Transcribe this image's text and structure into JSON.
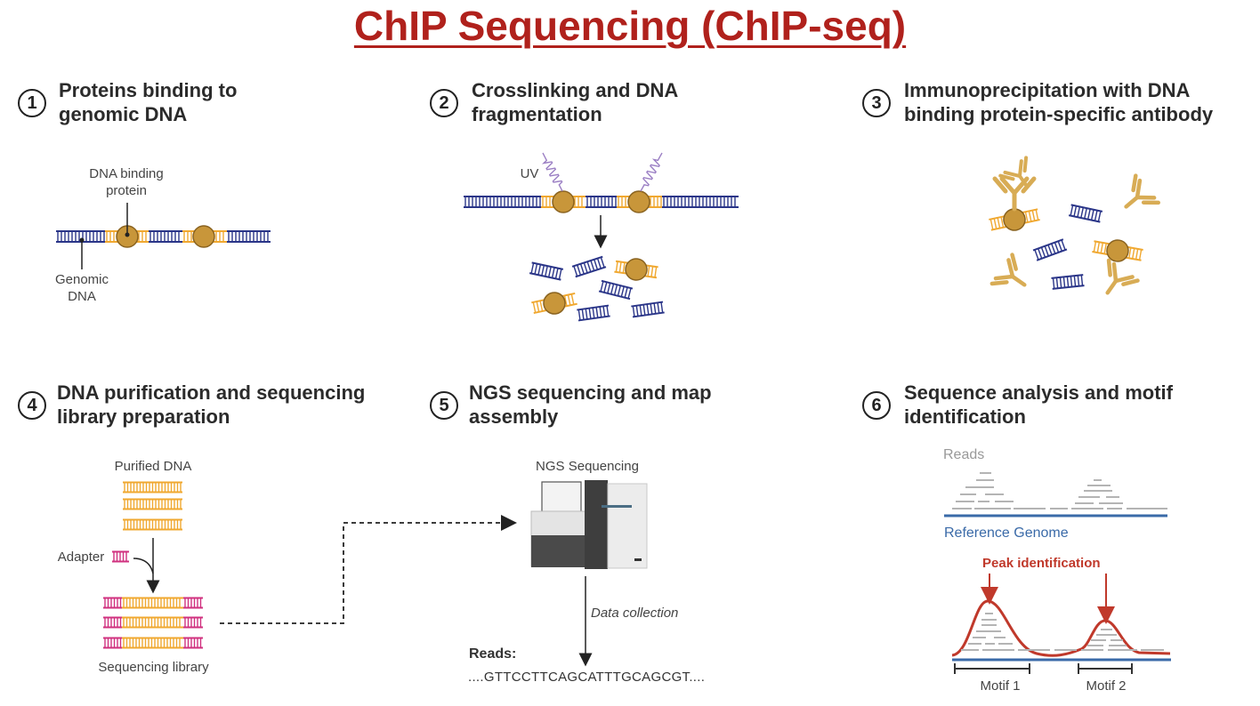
{
  "title": "ChIP Sequencing (ChIP-seq)",
  "colors": {
    "title": "#b0211c",
    "dna_blue": "#2a3588",
    "dna_orange": "#f0a830",
    "protein": "#c8963a",
    "antibody": "#d8ac55",
    "uv": "#9b7fc4",
    "adapter": "#d0317f",
    "reads_gray": "#b4b4b4",
    "reference_blue": "#3a6aa8",
    "peak_red": "#c0392b"
  },
  "steps": [
    {
      "number": "1",
      "title_line1": "Proteins binding to",
      "title_line2": "genomic DNA",
      "labels": {
        "protein_line1": "DNA binding",
        "protein_line2": "protein",
        "dna_line1": "Genomic",
        "dna_line2": "DNA"
      }
    },
    {
      "number": "2",
      "title_line1": "Crosslinking and DNA",
      "title_line2": "fragmentation",
      "labels": {
        "uv": "UV"
      }
    },
    {
      "number": "3",
      "title_line1": "Immunoprecipitation with DNA",
      "title_line2": "binding protein-specific antibody"
    },
    {
      "number": "4",
      "title_line1": "DNA purification and sequencing",
      "title_line2": "library preparation",
      "labels": {
        "purified": "Purified DNA",
        "adapter": "Adapter",
        "library": "Sequencing library"
      }
    },
    {
      "number": "5",
      "title_line1": "NGS sequencing and map",
      "title_line2": "assembly",
      "labels": {
        "machine": "NGS Sequencing",
        "data_collection": "Data collection",
        "reads_heading": "Reads:",
        "reads_sequence": "....GTTCCTTCAGCATTTGCAGCGT...."
      }
    },
    {
      "number": "6",
      "title_line1": "Sequence analysis and motif",
      "title_line2": "identification",
      "labels": {
        "reads": "Reads",
        "reference": "Reference Genome",
        "peak": "Peak identification",
        "motif1": "Motif 1",
        "motif2": "Motif 2"
      }
    }
  ]
}
